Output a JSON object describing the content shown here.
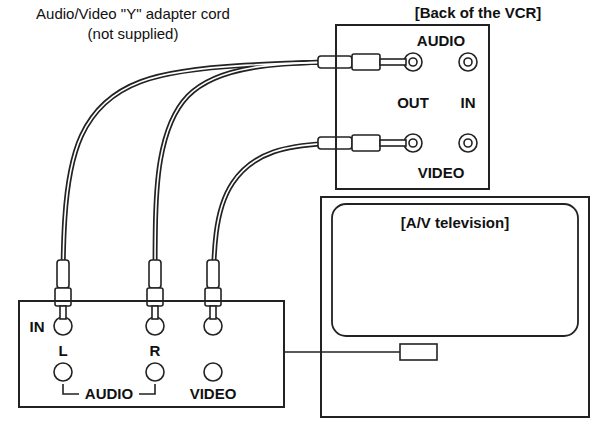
{
  "diagram": {
    "nodes": [
      {
        "text": [
          "[Back of the VCR]",
          "AUDIO",
          "OUT",
          "IN",
          "VIDEO"
        ]
      },
      {
        "text": [
          "IN",
          "L",
          "R",
          "AUDIO",
          "VIDEO"
        ]
      },
      {
        "text": [
          "[A/V television]"
        ]
      }
    ],
    "edges": [
      {
        "from": 0,
        "to": 1,
        "arrow": "none"
      },
      {
        "from": 0,
        "to": 1,
        "arrow": "none"
      },
      {
        "from": 0,
        "to": 1,
        "arrow": "none"
      },
      {
        "from": 1,
        "to": 2,
        "arrow": "none"
      }
    ],
    "labels": [
      "Audio/Video \"Y\" adapter cord",
      "(not supplied)"
    ]
  }
}
